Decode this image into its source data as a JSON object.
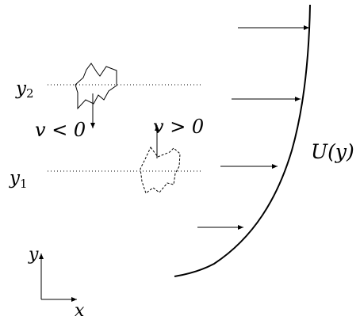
{
  "labels": {
    "y2": "y",
    "y2_sub": "2",
    "y1": "y",
    "y1_sub": "1",
    "v_neg": "v < 0",
    "v_pos": "v > 0",
    "profile": "U(y)",
    "axis_y": "y",
    "axis_x": "x"
  }
}
